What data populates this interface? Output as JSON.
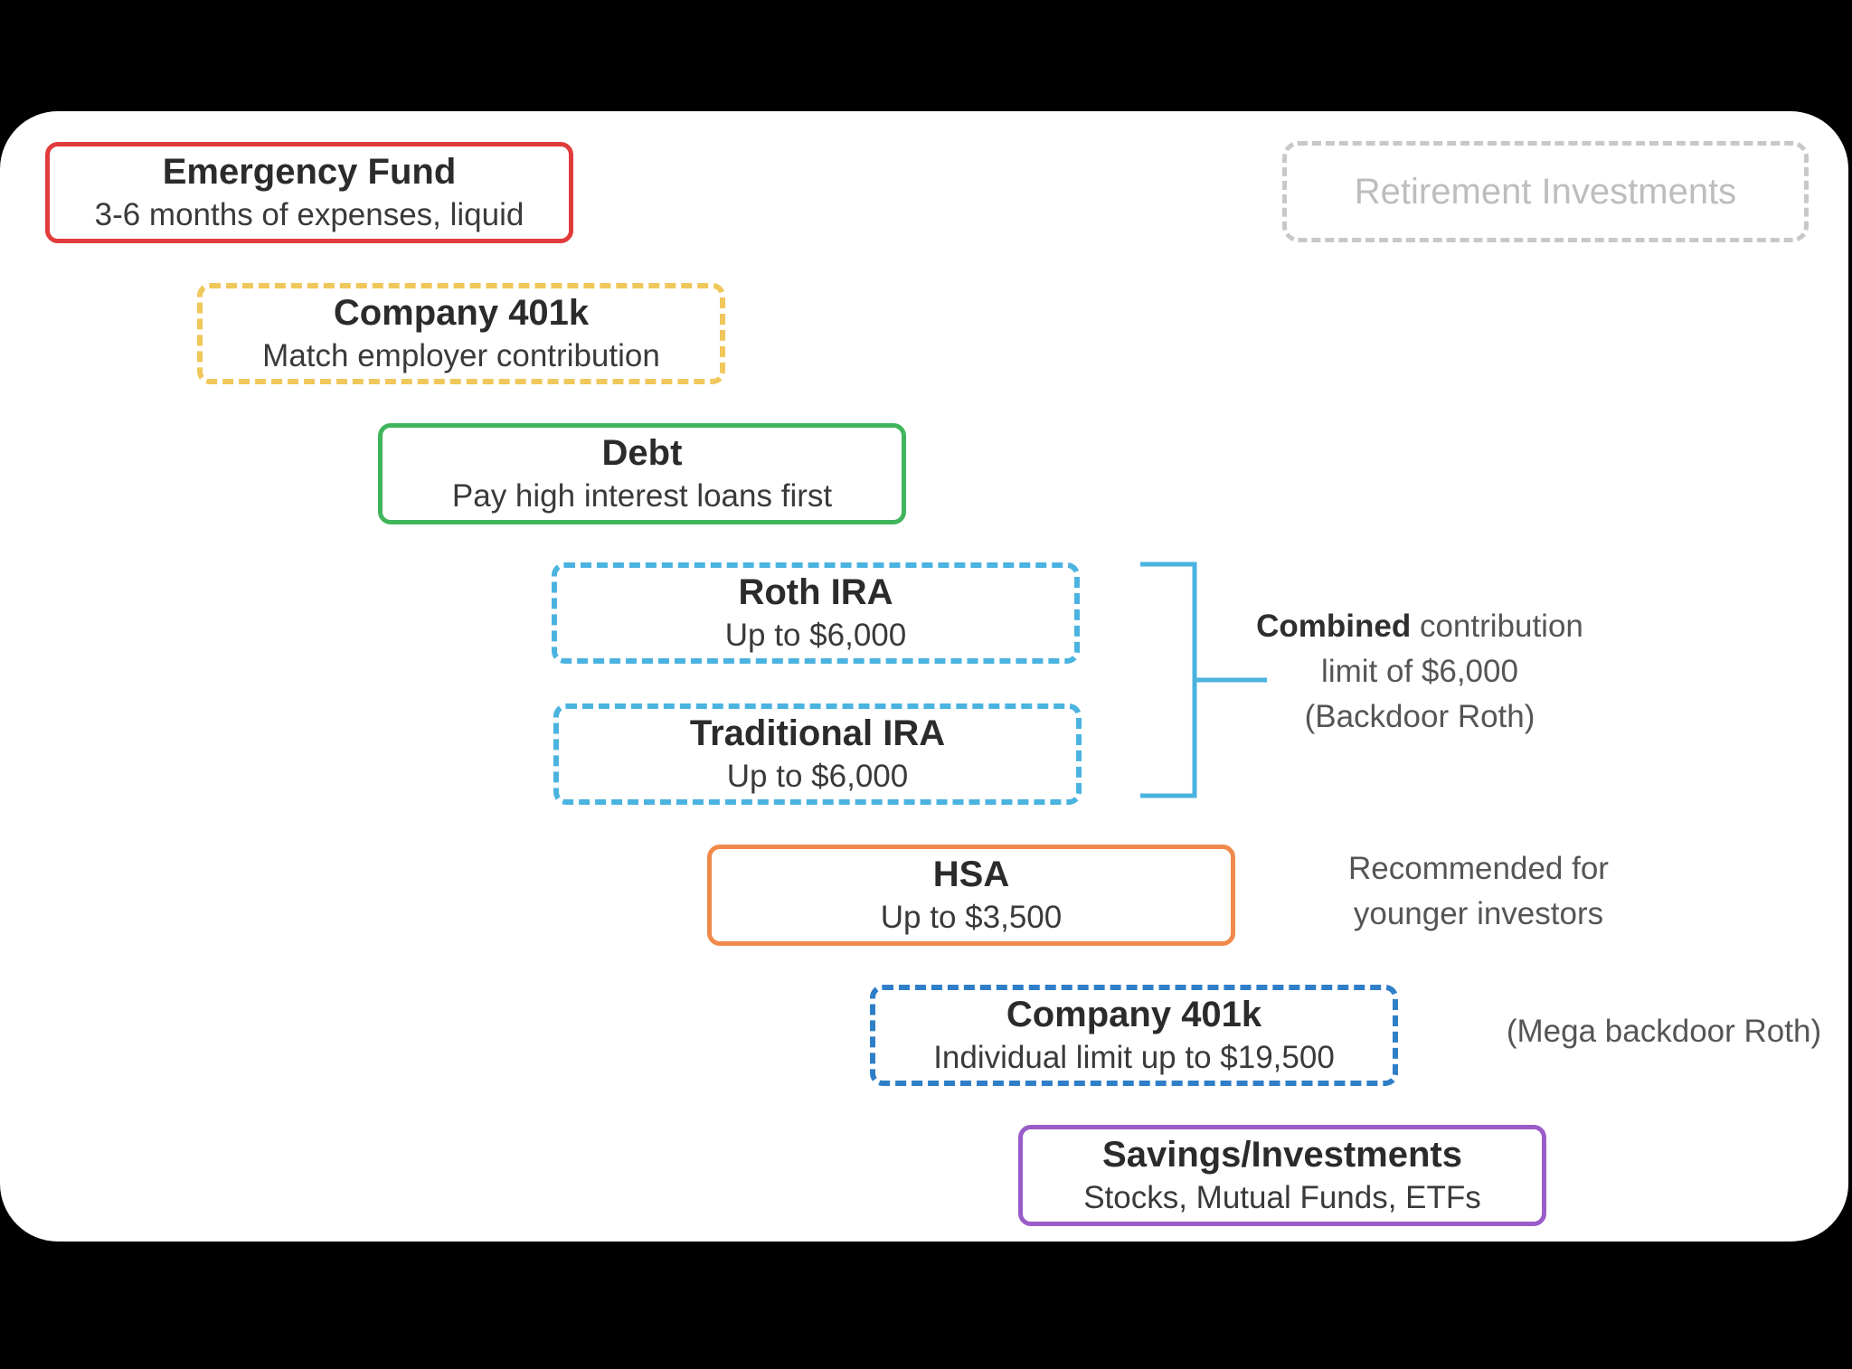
{
  "legend": {
    "label": "Retirement Investments"
  },
  "steps": [
    {
      "title": "Emergency Fund",
      "subtitle": "3-6 months of expenses, liquid",
      "color": "#e23b3b",
      "retirement": false
    },
    {
      "title": "Company 401k",
      "subtitle": "Match employer contribution",
      "color": "#f0c75a",
      "retirement": true
    },
    {
      "title": "Debt",
      "subtitle": "Pay high interest loans first",
      "color": "#3fb55c",
      "retirement": false
    },
    {
      "title": "Roth IRA",
      "subtitle": "Up to $6,000",
      "color": "#4bb3e0",
      "retirement": true
    },
    {
      "title": "Traditional IRA",
      "subtitle": "Up to $6,000",
      "color": "#4bb3e0",
      "retirement": true
    },
    {
      "title": "HSA",
      "subtitle": "Up to $3,500",
      "color": "#f08a4b",
      "retirement": false
    },
    {
      "title": "Company 401k",
      "subtitle": "Individual limit up to $19,500",
      "color": "#2f7ec8",
      "retirement": true
    },
    {
      "title": "Savings/Investments",
      "subtitle": "Stocks, Mutual Funds, ETFs",
      "color": "#9a5cc8",
      "retirement": false
    }
  ],
  "notes": {
    "ira_combined": {
      "bold": "Combined",
      "rest_line1": " contribution",
      "line2": "limit of $6,000",
      "line3": "(Backdoor Roth)"
    },
    "hsa": {
      "line1": "Recommended for",
      "line2": "younger investors"
    },
    "mega": {
      "text": "(Mega backdoor Roth)"
    }
  },
  "bracket_color": "#4bb3e0"
}
